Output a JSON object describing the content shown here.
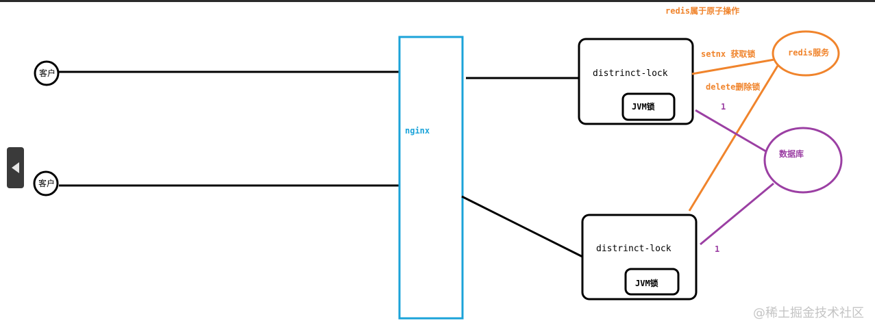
{
  "clients": [
    {
      "label": "客户"
    },
    {
      "label": "客户"
    }
  ],
  "nginx": {
    "label": "nginx"
  },
  "services": [
    {
      "label": "distrinct-lock",
      "jvm_label": "JVM锁"
    },
    {
      "label": "distrinct-lock",
      "jvm_label": "JVM锁"
    }
  ],
  "redis": {
    "label": "redis服务",
    "note": "redis属于原子操作",
    "setnx_label": "setnx  获取锁",
    "delete_label": "delete删除锁"
  },
  "database": {
    "label": "数据库",
    "edge_labels": [
      "1",
      "1"
    ]
  },
  "watermark": "@稀土掘金技术社区",
  "colors": {
    "redis": "#f0842c",
    "database": "#9b3fa3",
    "nginx": "#1ba3d9",
    "line": "#000000"
  }
}
